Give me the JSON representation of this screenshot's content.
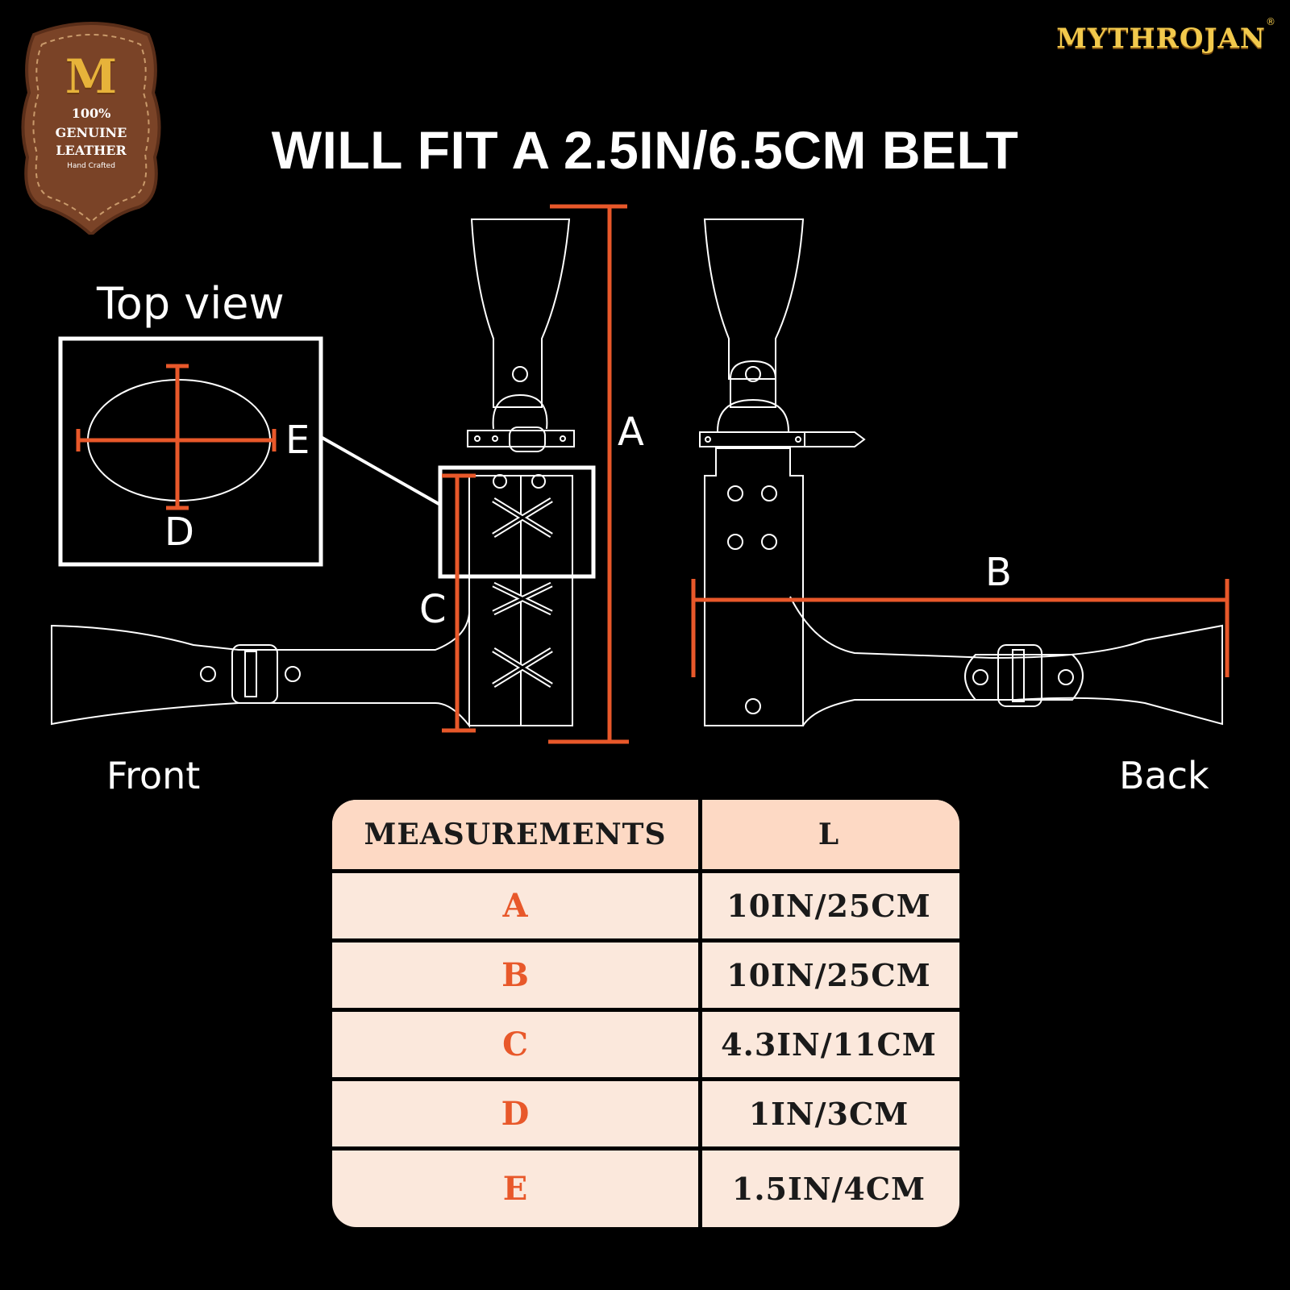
{
  "badge": {
    "monogram": "M",
    "percent": "100%",
    "line1": "GENUINE",
    "line2": "LEATHER",
    "sub": "Hand Crafted"
  },
  "brand": {
    "name": "MYTHROJAN",
    "reg": "®"
  },
  "title": "WILL FIT A 2.5IN/6.5CM BELT",
  "labels": {
    "top_view": "Top view",
    "front": "Front",
    "back": "Back",
    "a": "A",
    "b": "B",
    "c": "C",
    "d": "D",
    "e": "E"
  },
  "colors": {
    "accent": "#e8582a",
    "line": "#ffffff",
    "background": "#000000",
    "table_bg": "#fbe8dc",
    "table_header": "#fdd9c4"
  },
  "table": {
    "header": [
      "MEASUREMENTS",
      "L"
    ],
    "rows": [
      {
        "key": "A",
        "value": "10IN/25CM"
      },
      {
        "key": "B",
        "value": "10IN/25CM"
      },
      {
        "key": "C",
        "value": "4.3IN/11CM"
      },
      {
        "key": "D",
        "value": "1IN/3CM"
      },
      {
        "key": "E",
        "value": "1.5IN/4CM"
      }
    ]
  }
}
